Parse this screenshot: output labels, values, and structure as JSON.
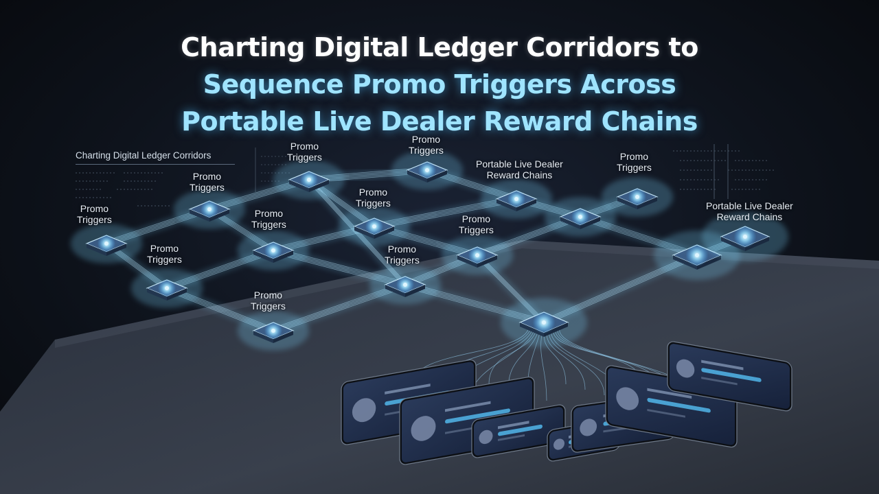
{
  "title": {
    "line1": "Charting Digital Ledger Corridors to",
    "line2": "Sequence Promo Triggers Across",
    "line3": "Portable Live Dealer Reward Chains"
  },
  "side_title": "Charting Digital Ledger Corridors",
  "node_labels": [
    {
      "l1": "Promo",
      "l2": "Triggers"
    },
    {
      "l1": "Promo",
      "l2": "Triggers"
    },
    {
      "l1": "Promo",
      "l2": "Triggers"
    },
    {
      "l1": "Promo",
      "l2": "Triggers"
    },
    {
      "l1": "Promo",
      "l2": "Triggers"
    },
    {
      "l1": "Promo",
      "l2": "Triggers"
    },
    {
      "l1": "Promo",
      "l2": "Triggers"
    },
    {
      "l1": "Promo",
      "l2": "Triggers"
    },
    {
      "l1": "Promo",
      "l2": "Triggers"
    },
    {
      "l1": "Promo",
      "l2": "Triggers"
    }
  ],
  "reward_labels": [
    {
      "l1": "Portable Live Dealer",
      "l2": "Reward Chains"
    },
    {
      "l1": "Portable Live Dealer",
      "l2": "Reward Chains"
    }
  ],
  "colors": {
    "accent_glow": "#7fd8ff",
    "node_core": "#dff6ff",
    "platform": "#3a4150",
    "title_white": "#ffffff",
    "title_blue": "#9fe4ff"
  }
}
